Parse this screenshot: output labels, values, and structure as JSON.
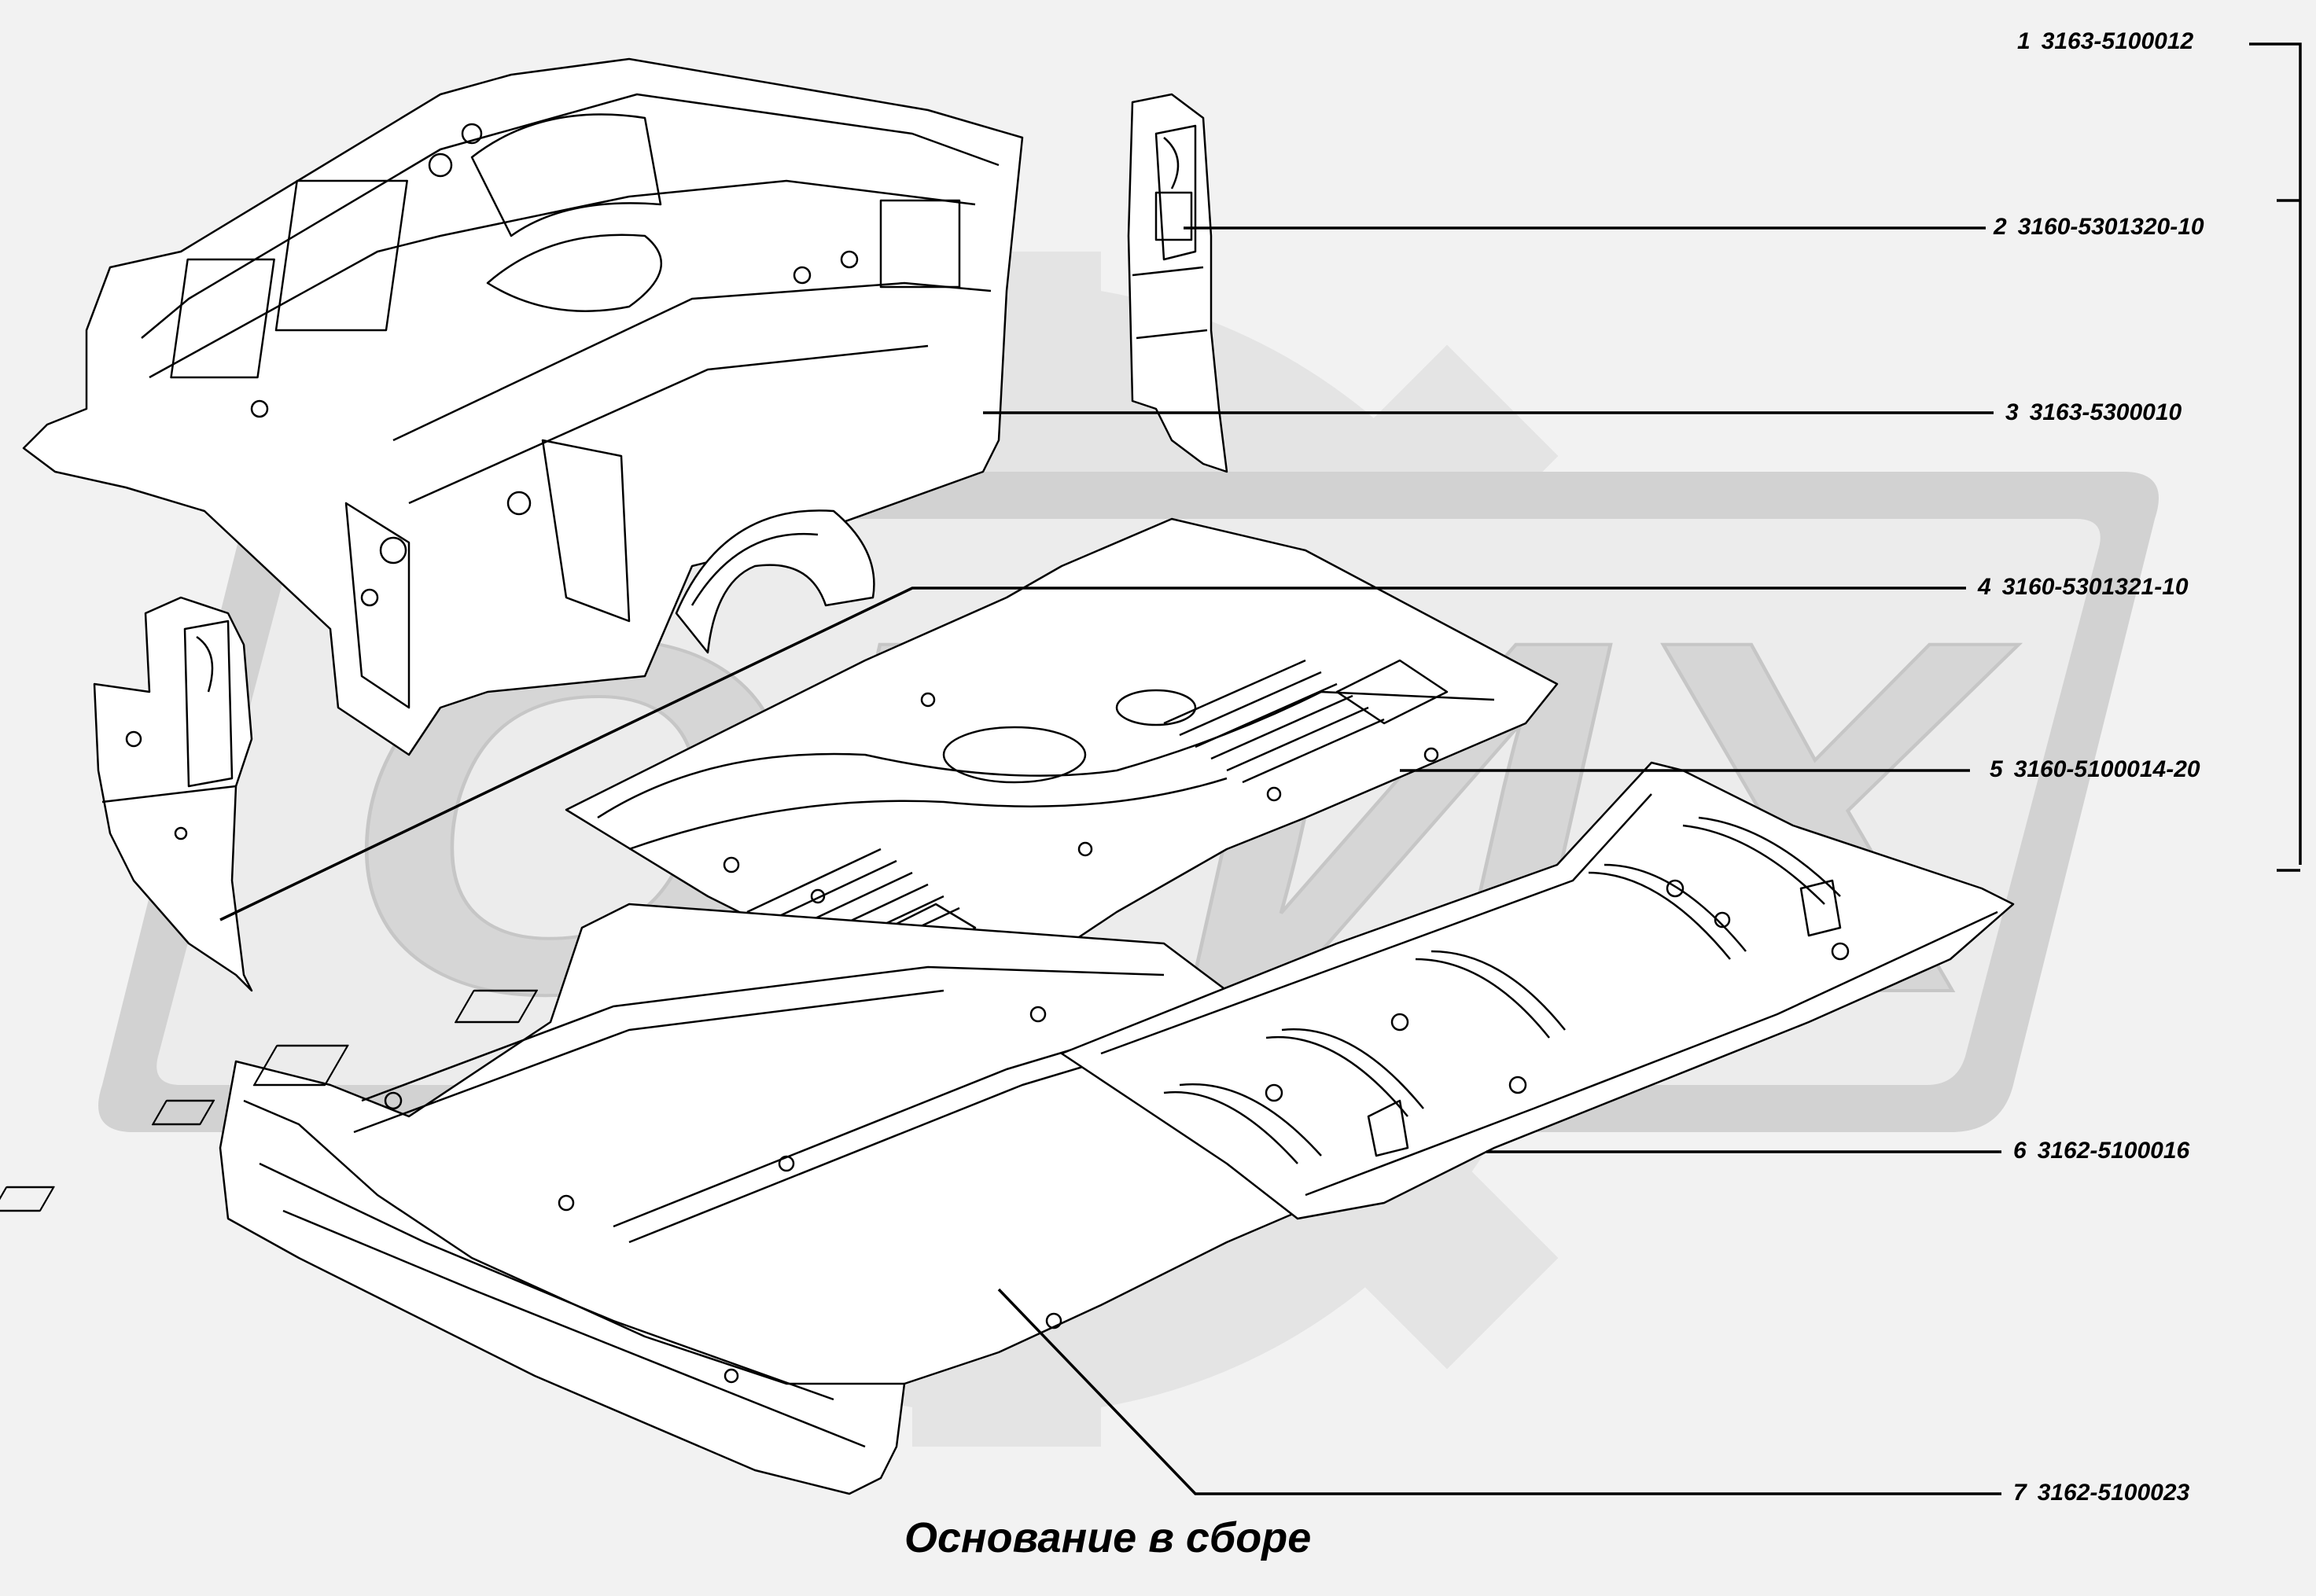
{
  "watermark": {
    "text": "ОРИХ",
    "color": "#d9d9d9"
  },
  "caption": "Основание в сборе",
  "callouts": [
    {
      "num": "1",
      "code": "3163-5100012"
    },
    {
      "num": "2",
      "code": "3160-5301320-10"
    },
    {
      "num": "3",
      "code": "3163-5300010"
    },
    {
      "num": "4",
      "code": "3160-5301321-10"
    },
    {
      "num": "5",
      "code": "3160-5100014-20"
    },
    {
      "num": "6",
      "code": "3162-5100016"
    },
    {
      "num": "7",
      "code": "3162-5100023"
    }
  ],
  "colors": {
    "line": "#000000",
    "panel_fill": "#ffffff",
    "background": "#f2f2f2"
  }
}
